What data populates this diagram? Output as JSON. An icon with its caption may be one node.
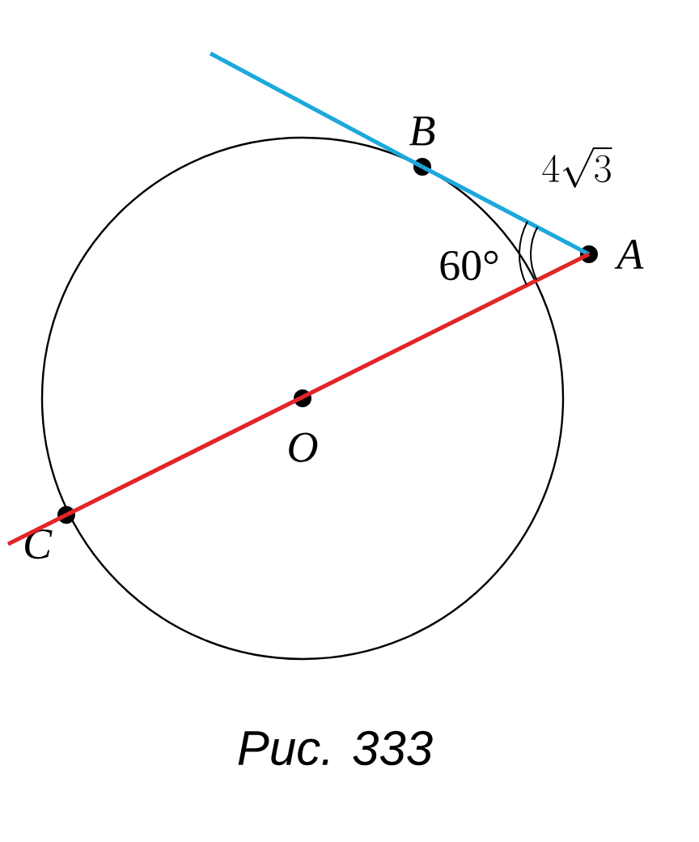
{
  "diagram": {
    "caption": "Рис. 333",
    "nodes": [
      {
        "text": [
          "A"
        ]
      },
      {
        "text": [
          "B"
        ]
      },
      {
        "text": [
          "C"
        ]
      },
      {
        "text": [
          "O"
        ]
      }
    ],
    "edges": [
      {
        "from": 0,
        "to": 1,
        "arrow": "none",
        "label": "4\\sqrt{3}",
        "color": "#1ca8dc"
      },
      {
        "from": 1,
        "to": null,
        "arrow": "none",
        "color": "#1ca8dc"
      },
      {
        "from": 0,
        "to": 2,
        "arrow": "none",
        "color": "#e0262a"
      },
      {
        "from": 2,
        "to": null,
        "arrow": "none",
        "color": "#e0262a"
      }
    ],
    "labels": [
      "60°"
    ]
  }
}
